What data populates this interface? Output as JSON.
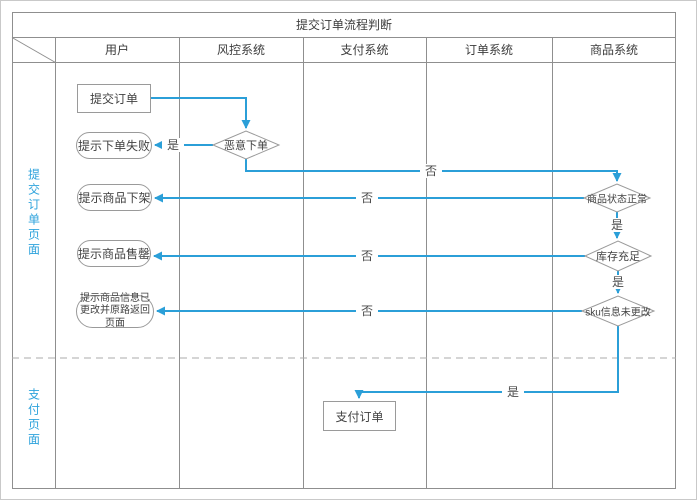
{
  "title": "提交订单流程判断",
  "lanes": [
    "用户",
    "风控系统",
    "支付系统",
    "订单系统",
    "商品系统"
  ],
  "pages": [
    "提交订单页面",
    "支付页面"
  ],
  "nodes": {
    "submit_order": "提交订单",
    "order_fail": "提示下单失败",
    "product_delisted": "提示商品下架",
    "product_soldout": "提示商品售罄",
    "product_changed": "提示商品信息已更改并原路返回页面",
    "malicious_check": "恶意下单",
    "status_check": "商品状态正常",
    "stock_check": "库存充足",
    "sku_check": "sku信息未更改",
    "pay_order": "支付订单"
  },
  "edge_labels": {
    "malicious_yes": "是",
    "malicious_no": "否",
    "status_no": "否",
    "status_yes": "是",
    "stock_no": "否",
    "stock_yes": "是",
    "sku_no": "否",
    "sku_yes": "是"
  },
  "colors": {
    "arrow_blue": "#2b9fd8",
    "grid_gray": "#8f8f8f",
    "shape_border_gray": "#999999",
    "page_label_blue": "#2fa3dc"
  }
}
